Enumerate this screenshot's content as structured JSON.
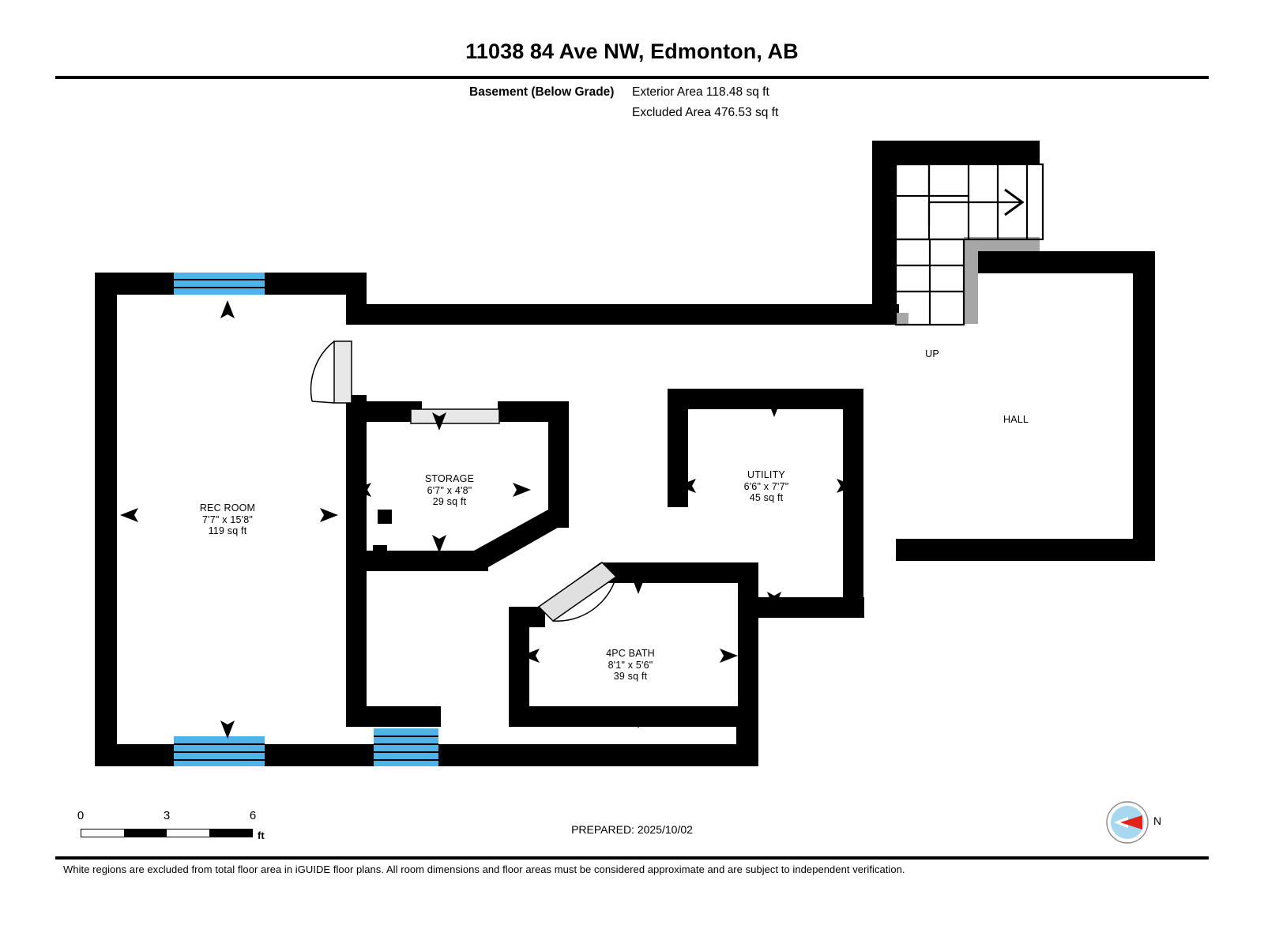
{
  "header": {
    "title": "11038 84 Ave NW, Edmonton, AB",
    "level_label": "Basement (Below Grade)",
    "exterior_area": "Exterior Area 118.48 sq ft",
    "excluded_area": "Excluded Area 476.53 sq ft"
  },
  "rooms": [
    {
      "name": "REC ROOM",
      "dimensions": "7'7\" x 15'8\"",
      "area": "119 sq ft"
    },
    {
      "name": "STORAGE",
      "dimensions": "6'7\" x 4'8\"",
      "area": "29 sq ft"
    },
    {
      "name": "UTILITY",
      "dimensions": "6'6\" x 7'7\"",
      "area": "45 sq ft"
    },
    {
      "name": "4PC BATH",
      "dimensions": "8'1\" x 5'6\"",
      "area": "39 sq ft"
    }
  ],
  "plain_labels": {
    "stairs_up": "UP",
    "hall": "HALL"
  },
  "scale": {
    "tick_0": "0",
    "tick_1": "3",
    "tick_2": "6",
    "units": "ft"
  },
  "footer": {
    "prepared": "PREPARED: 2025/10/02",
    "compass_label": "N",
    "disclaimer": "White regions are excluded from total floor area in iGUIDE floor plans. All room dimensions and floor areas must be considered approximate and are subject to independent verification."
  },
  "colors": {
    "wall": "#000000",
    "window": "#4fb3e8",
    "door_swing": "#e0e0e0",
    "stair_shadow": "#a6a6a6",
    "compass_disk": "#a8d8f0",
    "compass_needle": "#e2231a",
    "floor": "#ffffff"
  }
}
